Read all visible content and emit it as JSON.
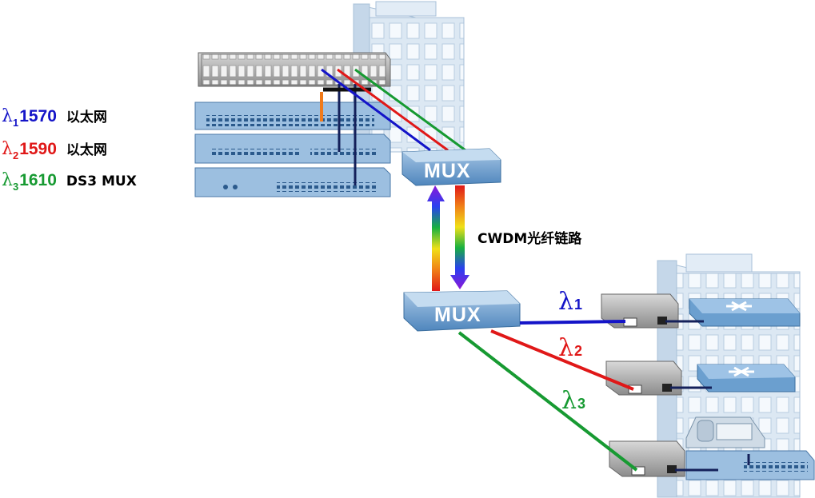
{
  "legend": [
    {
      "lambda": "λ",
      "sub": "1",
      "wavelength": "1570",
      "desc": "以太网",
      "color": "#1414c8"
    },
    {
      "lambda": "λ",
      "sub": "2",
      "wavelength": "1590",
      "desc": "以太网",
      "color": "#e01818"
    },
    {
      "lambda": "λ",
      "sub": "3",
      "wavelength": "1610",
      "desc": "DS3 MUX",
      "color": "#179a32"
    }
  ],
  "mux_top": "MUX",
  "mux_bottom": "MUX",
  "link_label": "CWDM光纤链路",
  "lambda_tags": [
    {
      "lambda": "λ",
      "sub": "1",
      "color": "#1414c8"
    },
    {
      "lambda": "λ",
      "sub": "2",
      "color": "#e01818"
    },
    {
      "lambda": "λ",
      "sub": "3",
      "color": "#179a32"
    }
  ],
  "colors": {
    "blue": "#1414c8",
    "red": "#e01818",
    "green": "#179a32",
    "orange": "#f07a1a",
    "navy": "#14205a",
    "building": "#dde9f4",
    "mux": "#6d9cc8"
  }
}
